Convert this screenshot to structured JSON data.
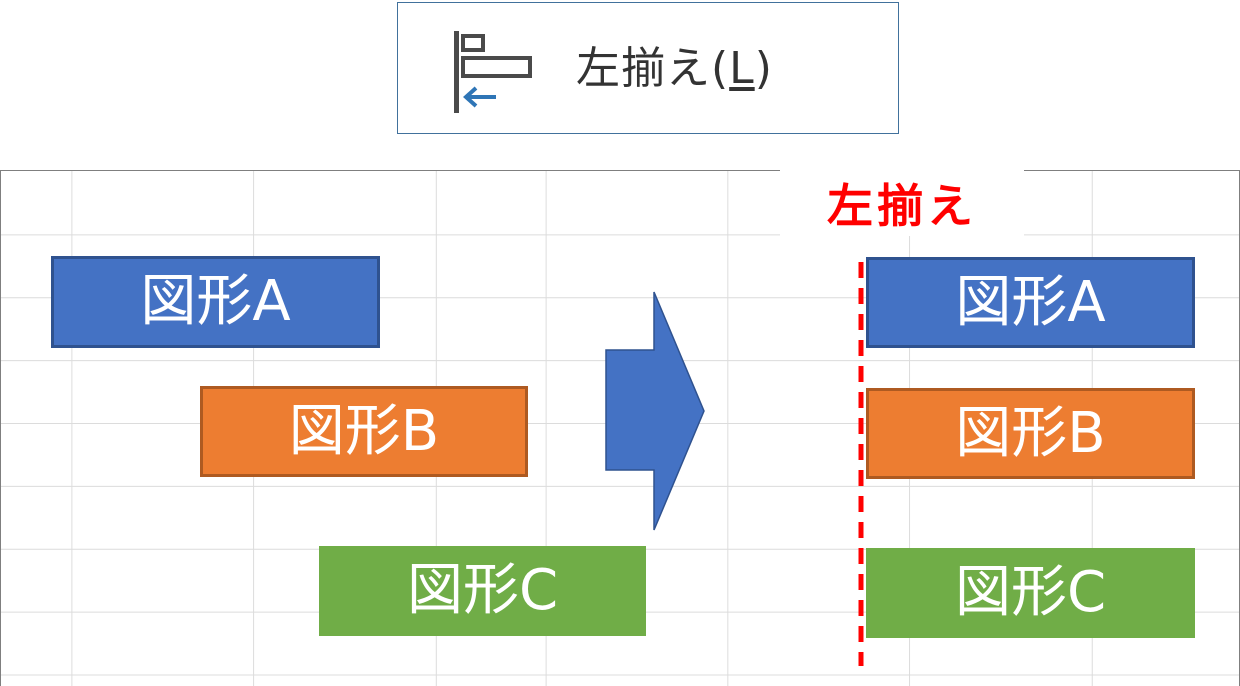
{
  "command": {
    "label": "左揃え(",
    "mnemonic": "L",
    "label_end": ")",
    "icon": "align-left-icon"
  },
  "before": {
    "shapes": [
      {
        "label": "図形A",
        "color": "#4472c4"
      },
      {
        "label": "図形B",
        "color": "#ed7d31"
      },
      {
        "label": "図形C",
        "color": "#70ad47"
      }
    ]
  },
  "arrow": {
    "icon": "right-arrow-icon",
    "color": "#4472c4"
  },
  "after": {
    "title": "左揃え",
    "guide_color": "#ff0000",
    "shapes": [
      {
        "label": "図形A",
        "color": "#4472c4"
      },
      {
        "label": "図形B",
        "color": "#ed7d31"
      },
      {
        "label": "図形C",
        "color": "#70ad47"
      }
    ]
  }
}
